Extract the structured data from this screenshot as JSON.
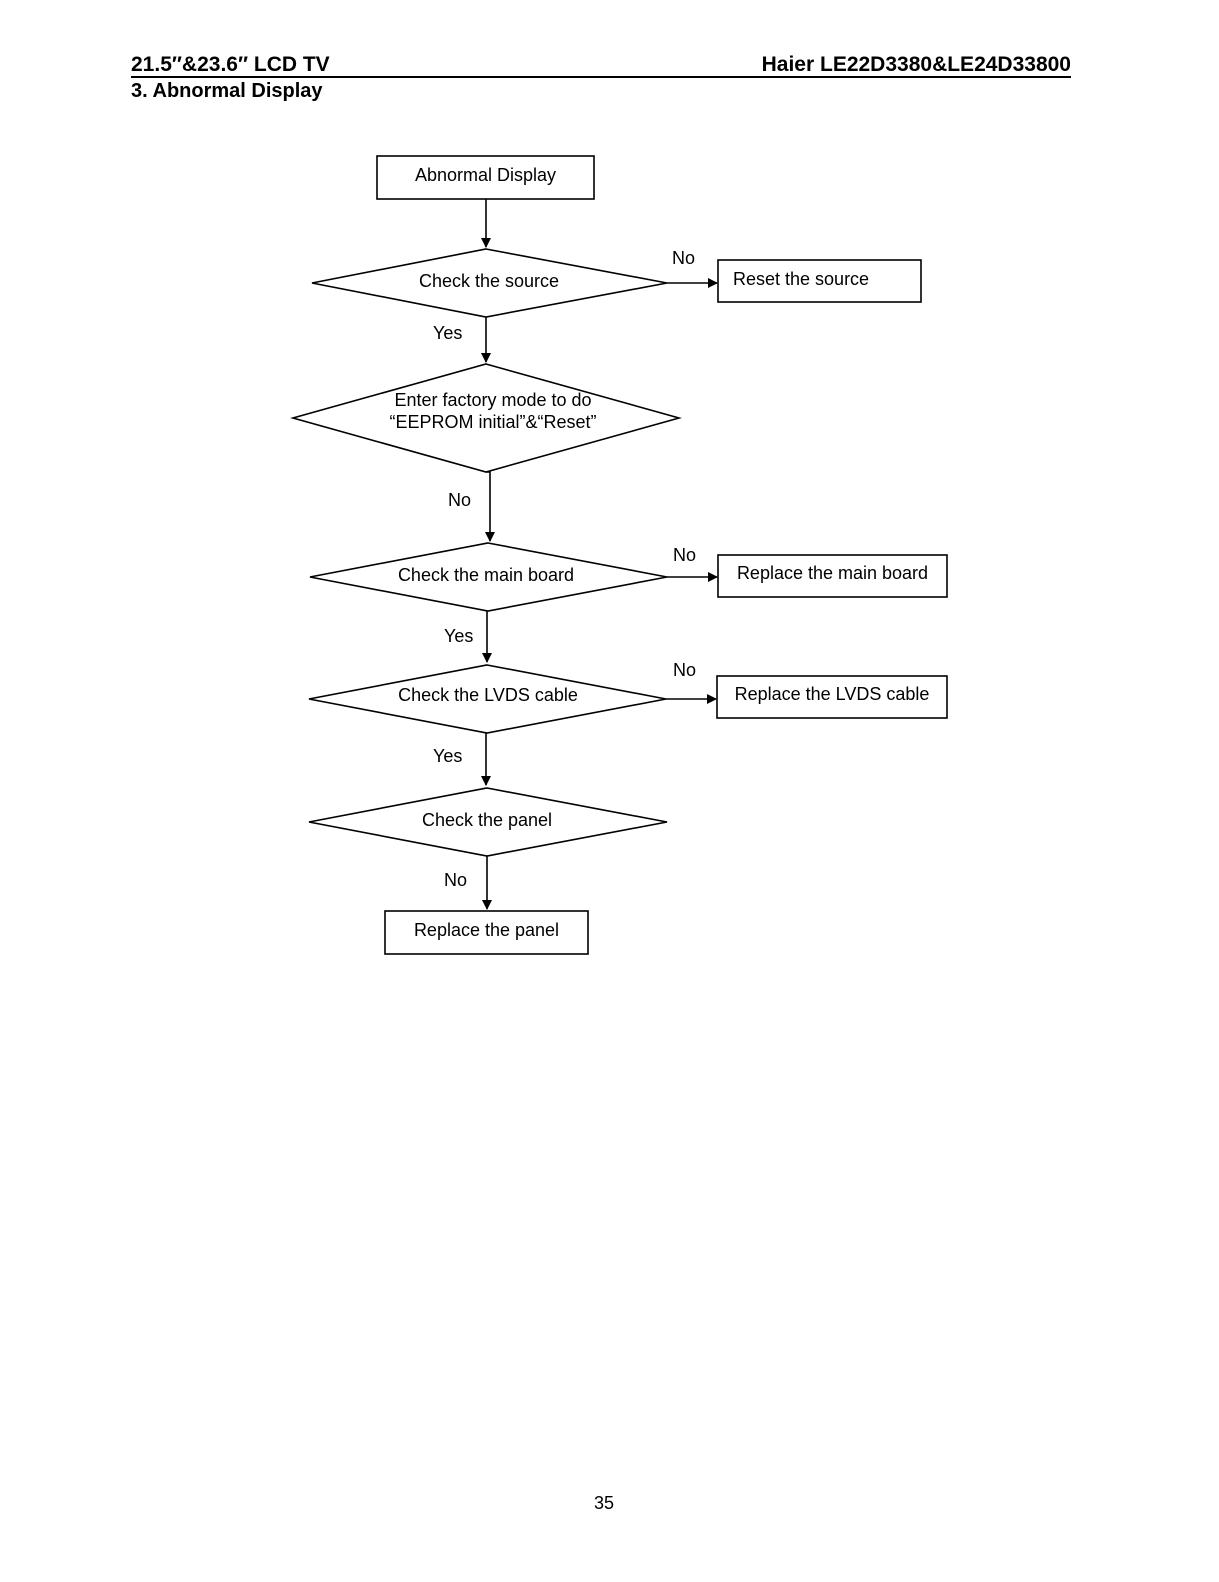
{
  "header": {
    "left_title": "21.5″&23.6″ LCD TV",
    "right_title": "Haier LE22D3380&LE24D33800"
  },
  "section_title": "3. Abnormal Display",
  "flowchart": {
    "start_box": "Abnormal Display",
    "check_source": "Check the source",
    "reset_source": "Reset the source",
    "factory_mode_line1": "Enter factory mode to do",
    "factory_mode_line2": "“EEPROM initial”&“Reset”",
    "check_main_board": "Check the main board",
    "replace_main_board": "Replace the main board",
    "check_lvds_cable": "Check the LVDS cable",
    "replace_lvds_cable": "Replace the LVDS cable",
    "check_panel": "Check the panel",
    "replace_panel": "Replace the panel",
    "edge_labels": {
      "source_no": "No",
      "source_yes": "Yes",
      "factory_no": "No",
      "main_board_no": "No",
      "main_board_yes": "Yes",
      "lvds_no": "No",
      "lvds_yes": "Yes",
      "panel_no": "No"
    }
  },
  "page_number": "35"
}
